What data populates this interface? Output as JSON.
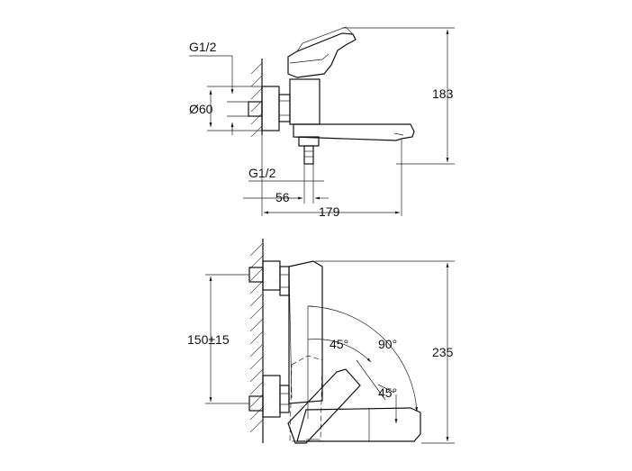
{
  "dimensions": {
    "inlet_thread_top": "G1/2",
    "wall_flange_diameter": "Ø60",
    "total_height": "183",
    "outlet_thread": "G1/2",
    "outlet_offset": "56",
    "spout_projection": "179",
    "inlet_spacing": "150±15",
    "overall_height_front": "235",
    "angle_1": "45°",
    "angle_2": "90°",
    "angle_3": "45°"
  }
}
